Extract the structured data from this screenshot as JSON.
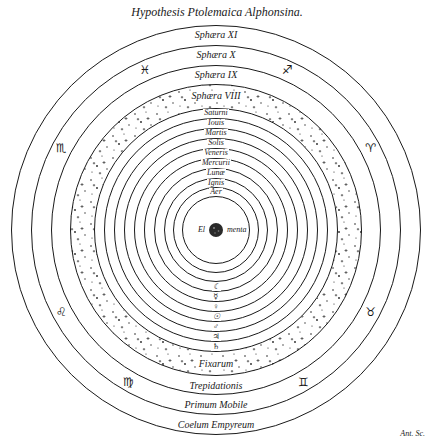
{
  "diagram": {
    "title": "Hypothesis Ptolemaica Alphonsina.",
    "nodes": [
      {
        "text": [
          "Sphæra XI",
          "Coelum Empyreum"
        ]
      },
      {
        "text": [
          "Sphæra X",
          "Primum Mobile"
        ],
        "in": 0
      },
      {
        "text": [
          "Sphæra IX",
          "Trepidationis"
        ],
        "in": 1
      },
      {
        "text": [
          "Sphæra VIII",
          "Fixarum"
        ],
        "in": 2
      },
      {
        "text": [
          "Saturni",
          "♄"
        ],
        "in": 3
      },
      {
        "text": [
          "Iouis",
          "♃"
        ],
        "in": 4
      },
      {
        "text": [
          "Martis",
          "♂"
        ],
        "in": 5
      },
      {
        "text": [
          "Solis",
          "☉"
        ],
        "in": 6
      },
      {
        "text": [
          "Veneris",
          "♀"
        ],
        "in": 7
      },
      {
        "text": [
          "Mercurii",
          "☿"
        ],
        "in": 8
      },
      {
        "text": [
          "Lunæ",
          "☾"
        ],
        "in": 9
      },
      {
        "text": [
          "Ignis"
        ],
        "in": 10
      },
      {
        "text": [
          "Aer"
        ],
        "in": 11
      },
      {
        "text": [
          "El",
          "menta"
        ],
        "in": 12
      }
    ],
    "labels": [
      "♓",
      "♐",
      "♏",
      "♈",
      "♌",
      "♉",
      "♍",
      "♊",
      "Ant. Sc."
    ]
  }
}
